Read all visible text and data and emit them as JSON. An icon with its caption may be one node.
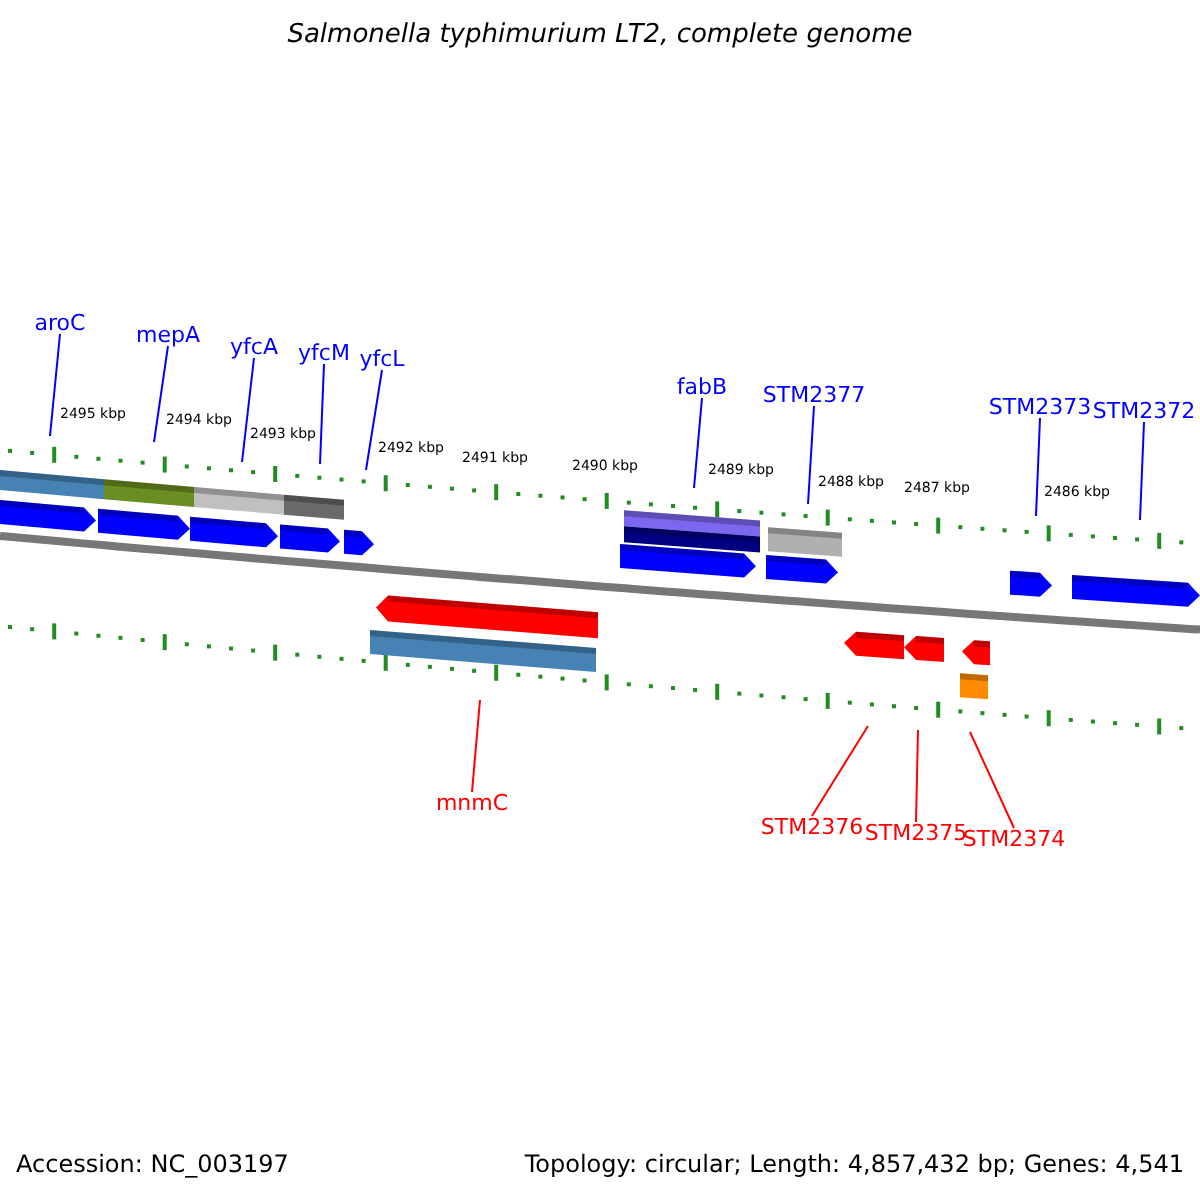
{
  "diagram": {
    "title": "Salmonella typhimurium LT2, complete genome",
    "nodes": [
      {
        "text": [
          "aroC"
        ]
      },
      {
        "text": [
          "mepA"
        ]
      },
      {
        "text": [
          "yfcA"
        ]
      },
      {
        "text": [
          "yfcM"
        ]
      },
      {
        "text": [
          "yfcL"
        ]
      },
      {
        "text": [
          "fabB"
        ]
      },
      {
        "text": [
          "STM2377"
        ]
      },
      {
        "text": [
          "STM2373"
        ]
      },
      {
        "text": [
          "STM2372"
        ]
      },
      {
        "text": [
          "mnmC"
        ]
      },
      {
        "text": [
          "STM2376"
        ]
      },
      {
        "text": [
          "STM2375"
        ]
      },
      {
        "text": [
          "STM2374"
        ]
      }
    ],
    "edges": [
      {
        "from": 0,
        "to": null,
        "arrow": "none"
      },
      {
        "from": 1,
        "to": null,
        "arrow": "none"
      },
      {
        "from": 2,
        "to": null,
        "arrow": "none"
      },
      {
        "from": 3,
        "to": null,
        "arrow": "none"
      },
      {
        "from": 4,
        "to": null,
        "arrow": "none"
      },
      {
        "from": 5,
        "to": null,
        "arrow": "none"
      },
      {
        "from": 6,
        "to": null,
        "arrow": "none"
      },
      {
        "from": 7,
        "to": null,
        "arrow": "none"
      },
      {
        "from": 8,
        "to": null,
        "arrow": "none"
      },
      {
        "from": 9,
        "to": null,
        "arrow": "none",
        "color": "#ff0000"
      },
      {
        "from": 10,
        "to": null,
        "arrow": "none",
        "color": "#ff0000"
      },
      {
        "from": 11,
        "to": null,
        "arrow": "none",
        "color": "#ff0000"
      },
      {
        "from": 12,
        "to": null,
        "arrow": "none",
        "color": "#ff0000"
      }
    ],
    "labels": [
      "2495 kbp",
      "2494 kbp",
      "2493 kbp",
      "2492 kbp",
      "2491 kbp",
      "2490 kbp",
      "2489 kbp",
      "2488 kbp",
      "2487 kbp",
      "2486 kbp",
      "Accession: NC_003197",
      "Topology: circular; Length: 4,857,432 bp; Genes: 4,541"
    ]
  }
}
